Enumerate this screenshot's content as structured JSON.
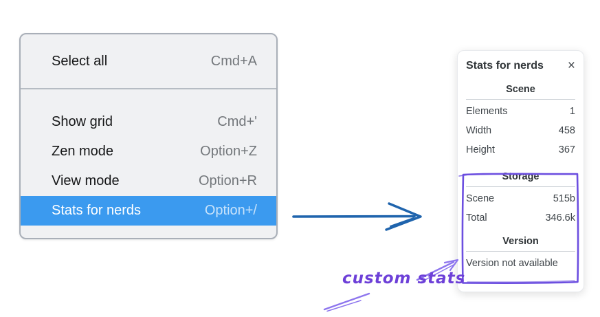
{
  "context_menu": {
    "highlight_color": "#3b9aef",
    "items": [
      {
        "label": "Select all",
        "shortcut": "Cmd+A",
        "selected": false
      },
      {
        "label": "Show grid",
        "shortcut": "Cmd+'",
        "selected": false
      },
      {
        "label": "Zen mode",
        "shortcut": "Option+Z",
        "selected": false
      },
      {
        "label": "View mode",
        "shortcut": "Option+R",
        "selected": false
      },
      {
        "label": "Stats for nerds",
        "shortcut": "Option+/",
        "selected": true
      }
    ]
  },
  "stats_panel": {
    "title": "Stats for nerds",
    "close_icon": "×",
    "sections": [
      {
        "heading": "Scene",
        "rows": [
          {
            "label": "Elements",
            "value": "1"
          },
          {
            "label": "Width",
            "value": "458"
          },
          {
            "label": "Height",
            "value": "367"
          }
        ]
      },
      {
        "heading": "Storage",
        "rows": [
          {
            "label": "Scene",
            "value": "515b"
          },
          {
            "label": "Total",
            "value": "346.6k"
          }
        ]
      },
      {
        "heading": "Version",
        "note": "Version not available"
      }
    ]
  },
  "annotation": {
    "label": "custom stats",
    "text_color": "#6d40d8",
    "box_color": "#6c4fe0",
    "arrow_color": "#8d75ee"
  },
  "pointer_arrow": {
    "color": "#1f64ad"
  }
}
